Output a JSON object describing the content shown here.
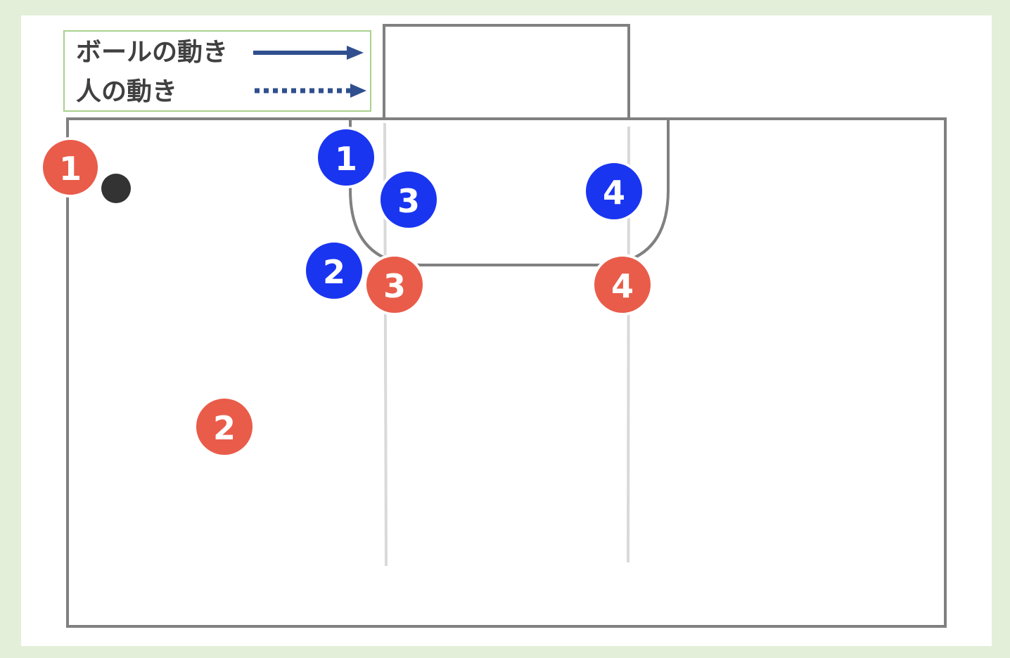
{
  "legend": {
    "ball_movement": "ボールの動き",
    "player_movement": "人の動き"
  },
  "colors": {
    "offense": "#e95c4a",
    "defense": "#1a35f0",
    "court_line": "#808080",
    "lane_line": "#d9d9d9",
    "arrow": "#2f4f8f",
    "ball": "#333333"
  },
  "players": {
    "offense": [
      "1",
      "2",
      "3",
      "4"
    ],
    "defense": [
      "1",
      "2",
      "3",
      "4"
    ]
  }
}
